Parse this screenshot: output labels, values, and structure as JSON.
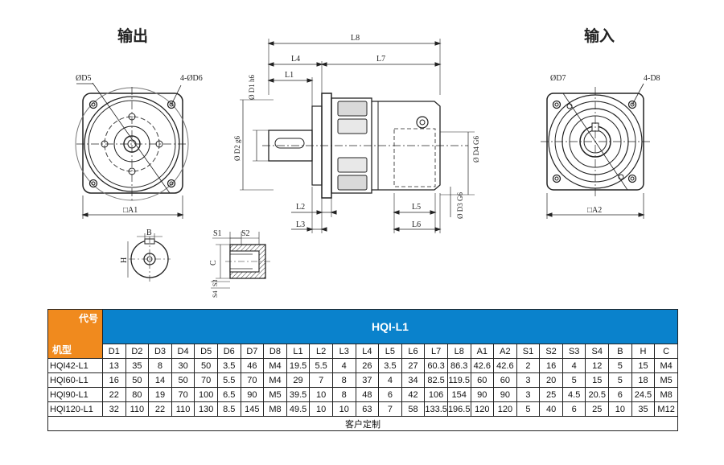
{
  "views": {
    "output_title": "输出",
    "input_title": "输入"
  },
  "labels": {
    "out_d5": "ØD5",
    "out_4d6": "4-ØD6",
    "out_a1": "□A1",
    "in_d7": "ØD7",
    "in_4d8": "4-D8",
    "in_a2": "□A2",
    "L8": "L8",
    "L4": "L4",
    "L7": "L7",
    "L1": "L1",
    "L2": "L2",
    "L3": "L3",
    "L5": "L5",
    "L6": "L6",
    "D1": "Ø D1 h6",
    "D2": "Ø D2 g6",
    "D3": "Ø D3 G6",
    "D4": "Ø D4 G6",
    "B": "B",
    "H": "H",
    "S1": "S1",
    "S2": "S2",
    "S3": "S3",
    "S4": "S4",
    "C": "C"
  },
  "table": {
    "corner_top": "代号",
    "corner_bottom": "机型",
    "series": "HQI-L1",
    "columns": [
      "D1",
      "D2",
      "D3",
      "D4",
      "D5",
      "D6",
      "D7",
      "D8",
      "L1",
      "L2",
      "L3",
      "L4",
      "L5",
      "L6",
      "L7",
      "L8",
      "A1",
      "A2",
      "S1",
      "S2",
      "S3",
      "S4",
      "B",
      "H",
      "C"
    ],
    "rows": [
      {
        "model": "HQI42-L1",
        "values": [
          "13",
          "35",
          "8",
          "30",
          "50",
          "3.5",
          "46",
          "M4",
          "19.5",
          "5.5",
          "4",
          "26",
          "3.5",
          "27",
          "60.3",
          "86.3",
          "42.6",
          "42.6",
          "2",
          "16",
          "4",
          "12",
          "5",
          "15",
          "M4"
        ]
      },
      {
        "model": "HQI60-L1",
        "values": [
          "16",
          "50",
          "14",
          "50",
          "70",
          "5.5",
          "70",
          "M4",
          "29",
          "7",
          "8",
          "37",
          "4",
          "34",
          "82.5",
          "119.5",
          "60",
          "60",
          "3",
          "20",
          "5",
          "15",
          "5",
          "18",
          "M5"
        ]
      },
      {
        "model": "HQI90-L1",
        "values": [
          "22",
          "80",
          "19",
          "70",
          "100",
          "6.5",
          "90",
          "M5",
          "39.5",
          "10",
          "8",
          "48",
          "6",
          "42",
          "106",
          "154",
          "90",
          "90",
          "3",
          "25",
          "4.5",
          "20.5",
          "6",
          "24.5",
          "M8"
        ]
      },
      {
        "model": "HQI120-L1",
        "values": [
          "32",
          "110",
          "22",
          "110",
          "130",
          "8.5",
          "145",
          "M8",
          "49.5",
          "10",
          "10",
          "63",
          "7",
          "58",
          "133.5",
          "196.5",
          "120",
          "120",
          "5",
          "40",
          "6",
          "25",
          "10",
          "35",
          "M12"
        ]
      }
    ],
    "footer": "客户定制"
  }
}
